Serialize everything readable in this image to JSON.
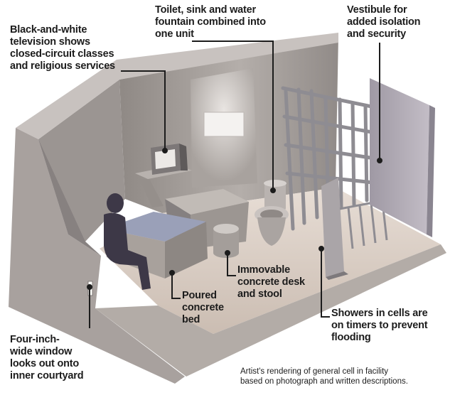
{
  "callouts": {
    "television": "Black-and-white\ntelevision shows\nclosed-circuit classes\nand religious services",
    "toilet": "Toilet, sink and water\nfountain combined into\none unit",
    "vestibule": "Vestibule for\nadded isolation\nand security",
    "desk": "Immovable\nconcrete desk\nand stool",
    "bed": "Poured\nconcrete\nbed",
    "shower": "Showers in cells are\non timers to prevent\nflooding",
    "window": "Four-inch-\nwide window\nlooks out onto\ninner courtyard"
  },
  "caption": "Artist's rendering of general cell in facility\nbased on photograph and written descriptions.",
  "colors": {
    "wall": "#a29c98",
    "wall_light": "#d4cfcc",
    "floor": "#ddd2c9",
    "bars": "#8e8c92",
    "figure": "#3d3847",
    "text": "#1c1c1c"
  }
}
